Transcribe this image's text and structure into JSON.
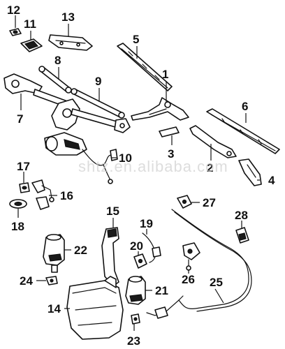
{
  "watermark": "shtz.en.alibaba.com",
  "callouts": [
    "12",
    "11",
    "13",
    "5",
    "8",
    "9",
    "1",
    "6",
    "7",
    "3",
    "2",
    "10",
    "4",
    "17",
    "27",
    "16",
    "15",
    "28",
    "18",
    "19",
    "20",
    "22",
    "26",
    "25",
    "24",
    "21",
    "14",
    "23"
  ]
}
